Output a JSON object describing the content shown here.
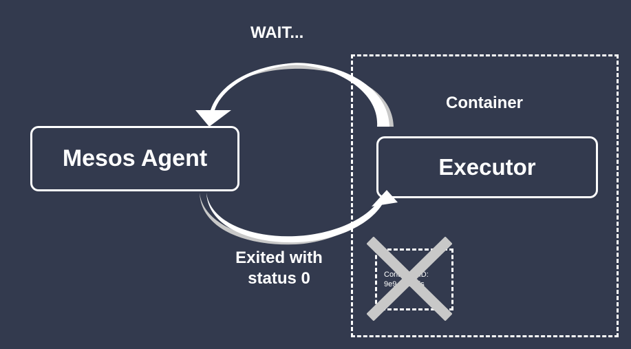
{
  "diagram": {
    "wait_label": "WAIT...",
    "agent_label": "Mesos Agent",
    "executor_label": "Executor",
    "container_label": "Container",
    "exited_label_line1": "Exited with",
    "exited_label_line2": "status 0",
    "dead_container": {
      "line1": "Container ID:",
      "line2": "9e9... Redis",
      "status": "killed"
    }
  },
  "colors": {
    "background": "#333a4e",
    "foreground": "#ffffff",
    "arrow_shadow": "#c8c8c8",
    "cross": "#c8c8c8"
  }
}
